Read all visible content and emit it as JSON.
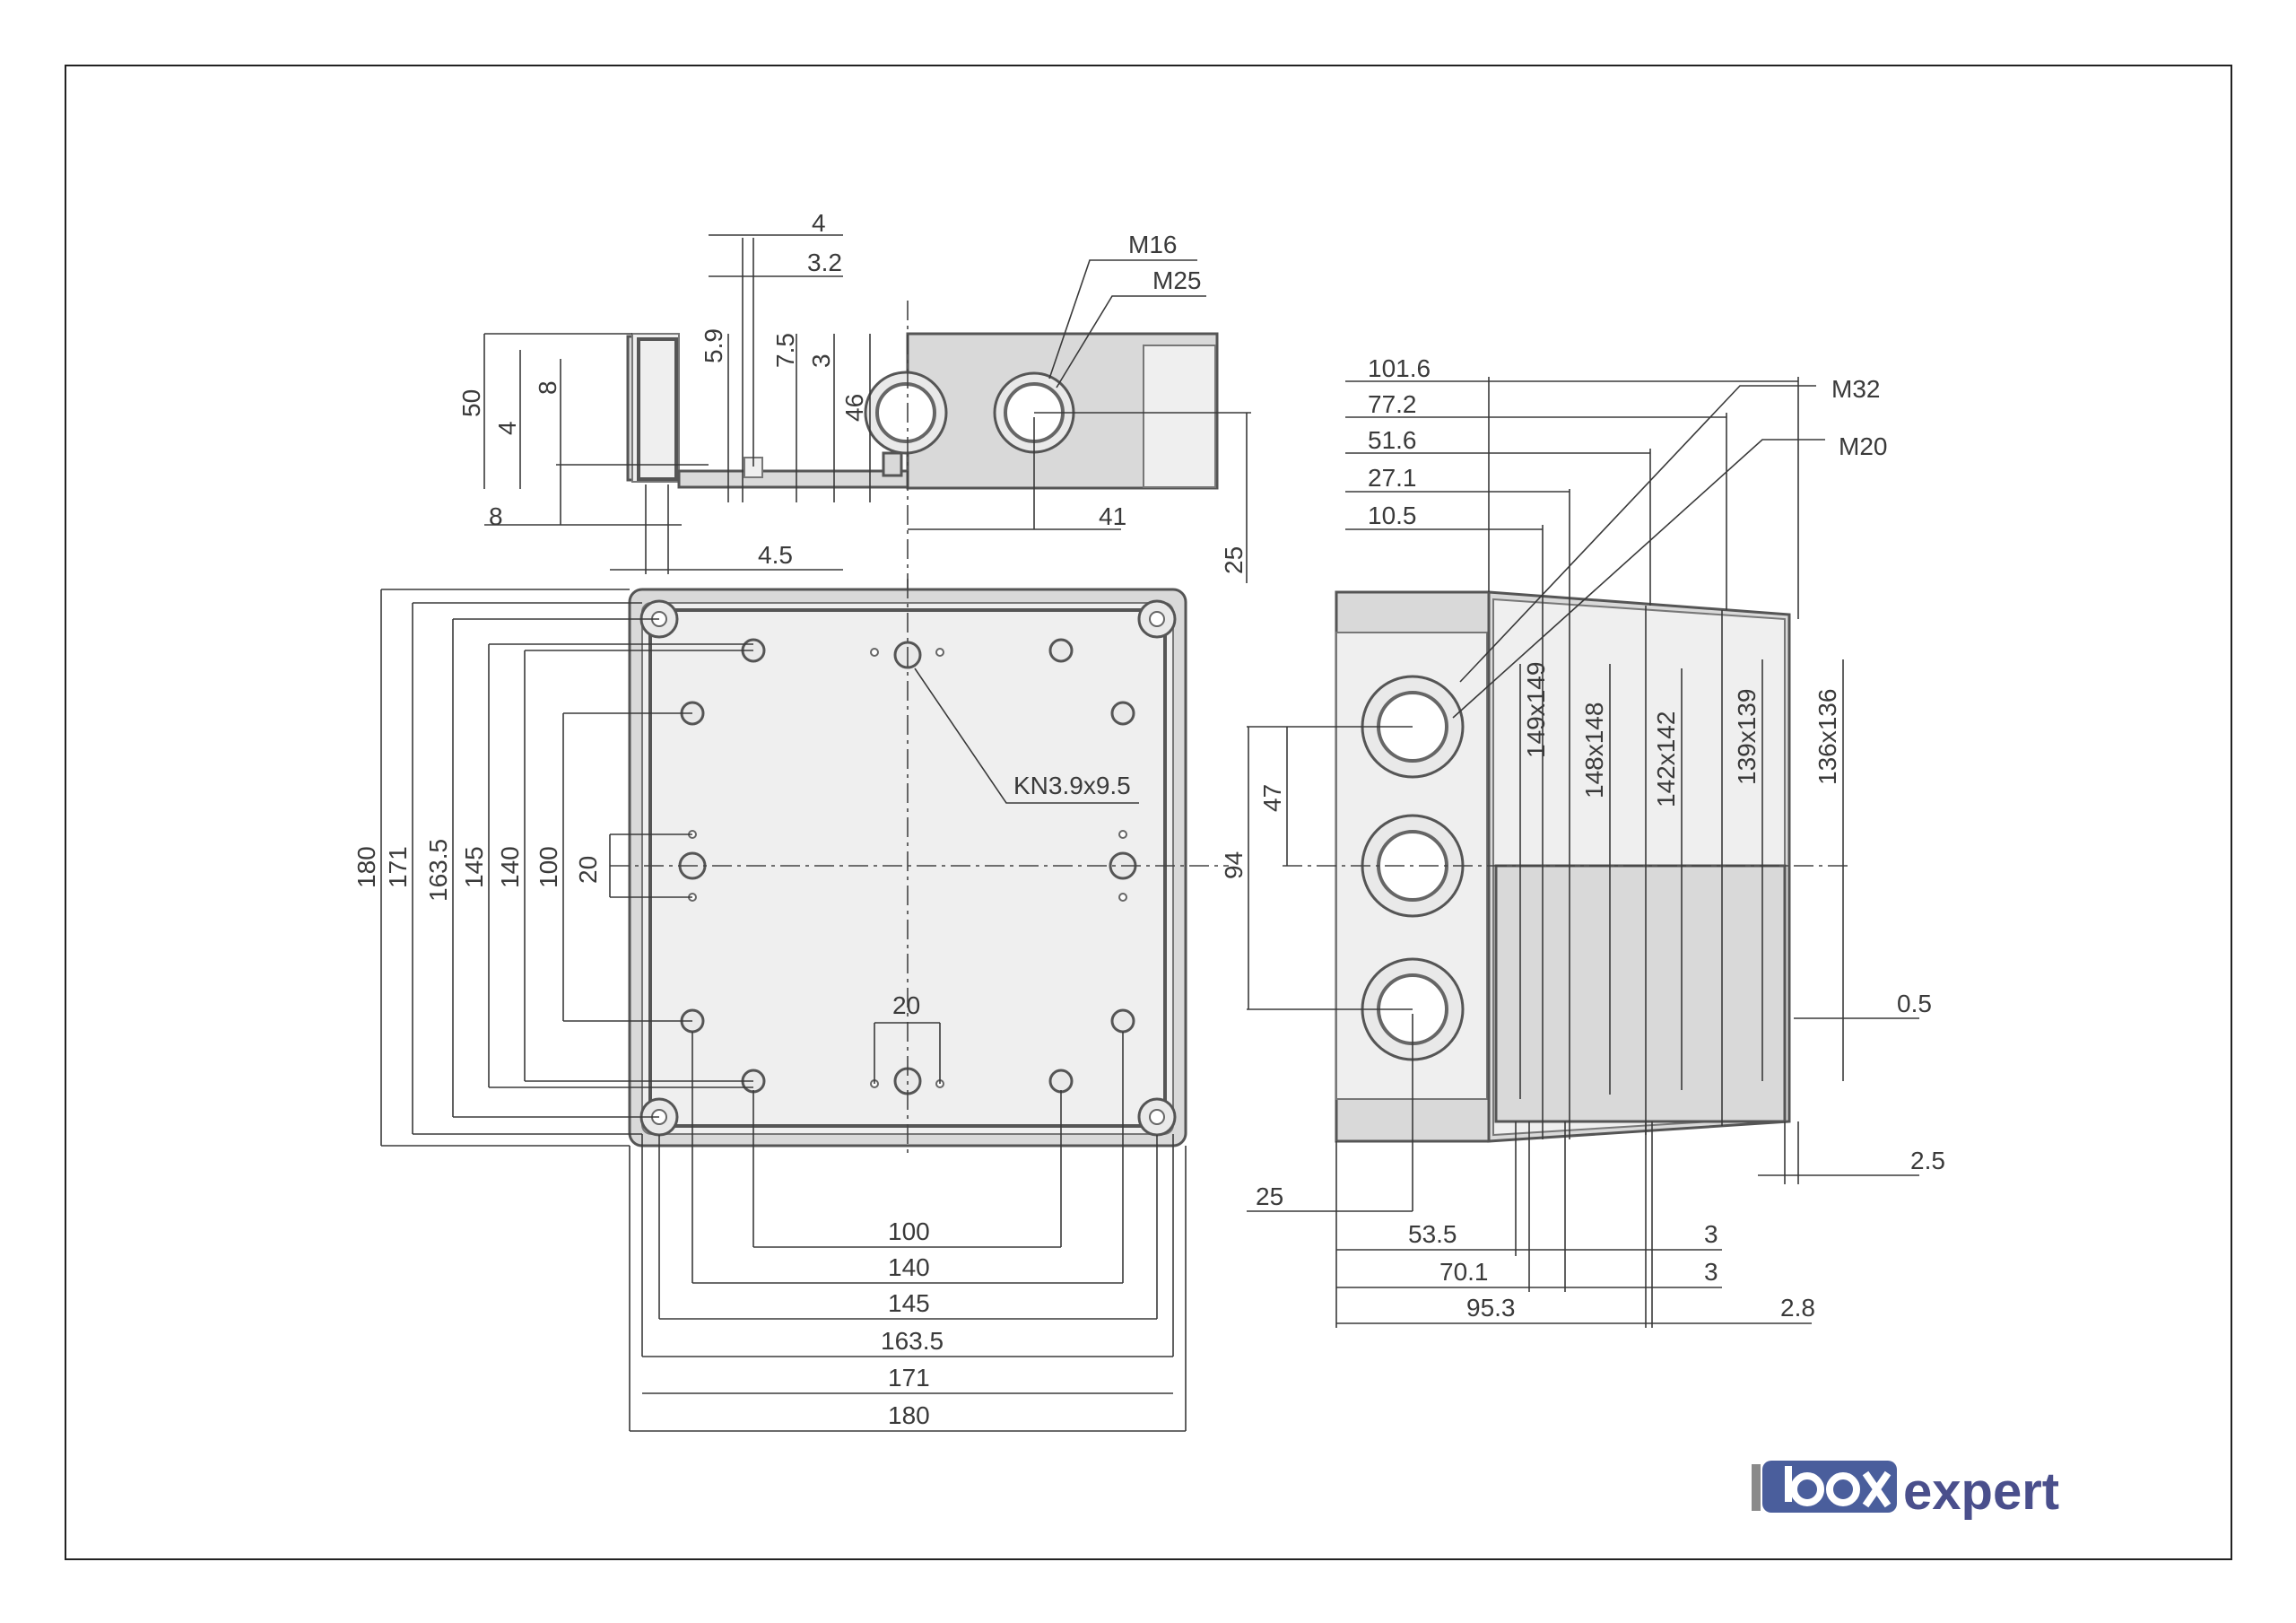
{
  "drawing": {
    "side_view": {
      "thread_labels": [
        "M16",
        "M25"
      ],
      "dims": [
        "4",
        "3.2",
        "5.9",
        "7.5",
        "3",
        "46",
        "50",
        "4",
        "8",
        "8",
        "4.5",
        "41",
        "25"
      ]
    },
    "top_view": {
      "screw_label": "KN3.9x9.5",
      "vertical_dims": [
        "180",
        "171",
        "163.5",
        "145",
        "140",
        "100",
        "20"
      ],
      "horizontal_dims": [
        "20",
        "100",
        "140",
        "145",
        "163.5",
        "171",
        "180"
      ]
    },
    "end_view": {
      "thread_labels": [
        "M32",
        "M20"
      ],
      "top_dims": [
        "101.6",
        "77.2",
        "51.6",
        "27.1",
        "10.5"
      ],
      "inner_dims": [
        "149x149",
        "148x148",
        "142x142",
        "139x139",
        "136x136"
      ],
      "left_dims": [
        "47",
        "94"
      ],
      "right_dims": [
        "0.5",
        "2.5"
      ],
      "bottom_dims": [
        "25",
        "53.5",
        "3",
        "70.1",
        "3",
        "95.3",
        "2.8"
      ]
    }
  },
  "logo": {
    "mark": "box",
    "word": "expert",
    "colors": {
      "mark": "#4a5e9c",
      "word": "#4a4f8c",
      "shadow": "#8a8a8a"
    }
  }
}
